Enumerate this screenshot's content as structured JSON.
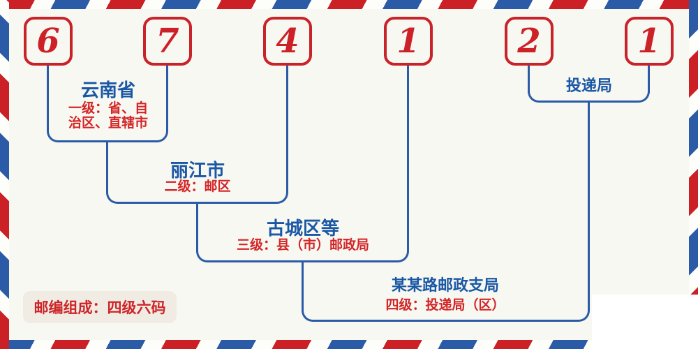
{
  "postal_code": {
    "digits": [
      "6",
      "7",
      "4",
      "1",
      "2",
      "1"
    ]
  },
  "labels": {
    "level1": {
      "name": "云南省",
      "desc_line1": "一级：省、自",
      "desc_line2": "治区、直辖市"
    },
    "level2": {
      "name": "丽江市",
      "desc": "二级：邮区"
    },
    "level3": {
      "name": "古城区等",
      "desc": "三级：县（市）邮政局"
    },
    "level4": {
      "name": "某某路邮政支局",
      "desc": "四级：投递局（区）"
    },
    "delivery": {
      "name": "投递局"
    }
  },
  "footer": {
    "composition_note": "邮编组成：四级六码"
  },
  "colors": {
    "background": "#f8f8f2",
    "stripe_red": "#cb2026",
    "stripe_blue": "#2b5ba6",
    "digit_red": "#cc2127",
    "box_border_red": "#c9232a",
    "connector_blue": "#2b5ba6",
    "label_blue": "#1a57a4",
    "label_red": "#d32527",
    "badge_background": "#f0ece3"
  }
}
